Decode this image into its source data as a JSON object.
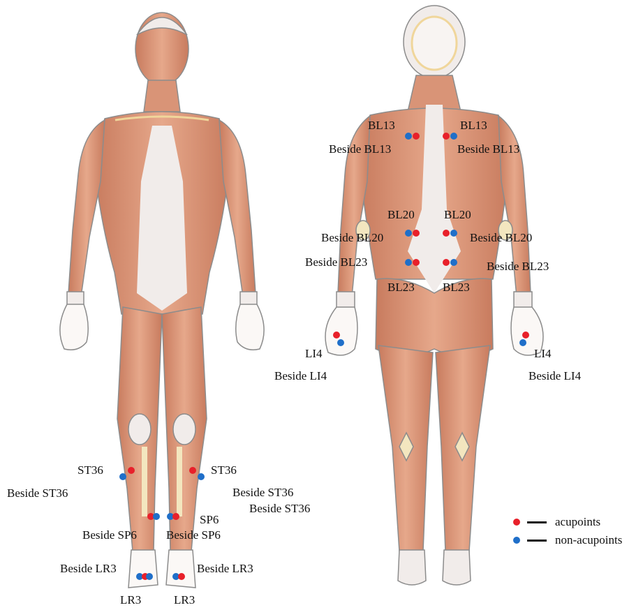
{
  "colors": {
    "acupoint": "#e8202a",
    "non_acupoint": "#1f6fc9",
    "muscle": "#e3a283",
    "muscle_dark": "#c57a5c",
    "tendon": "#f1ecea",
    "outline": "#8c8c8c"
  },
  "labels": {
    "front_st36_left": "ST36",
    "front_beside_st36_left": "Beside ST36",
    "front_st36_right": "ST36",
    "front_beside_st36_right_1": "Beside ST36",
    "front_beside_st36_right_2": "Beside ST36",
    "front_sp6_right": "SP6",
    "front_beside_sp6_left": "Beside SP6",
    "front_beside_sp6_right": "Beside SP6",
    "front_beside_lr3_left": "Beside LR3",
    "front_beside_lr3_right": "Beside LR3",
    "front_lr3_left": "LR3",
    "front_lr3_right": "LR3",
    "back_bl13_left": "BL13",
    "back_bl13_right": "BL13",
    "back_beside_bl13_left": "Beside BL13",
    "back_beside_bl13_right": "Beside BL13",
    "back_bl20_left": "BL20",
    "back_bl20_right": "BL20",
    "back_beside_bl20_left": "Beside BL20",
    "back_beside_bl20_right": "Beside BL20",
    "back_beside_bl23_left": "Beside BL23",
    "back_beside_bl23_right": "Beside BL23",
    "back_bl23_left": "BL23",
    "back_bl23_right": "BL23",
    "back_li4_left": "LI4",
    "back_beside_li4_left": "Beside LI4",
    "back_li4_right": "LI4",
    "back_beside_li4_right": "Beside LI4"
  },
  "legend": {
    "acupoints": "acupoints",
    "non_acupoints": "non-acupoints"
  }
}
